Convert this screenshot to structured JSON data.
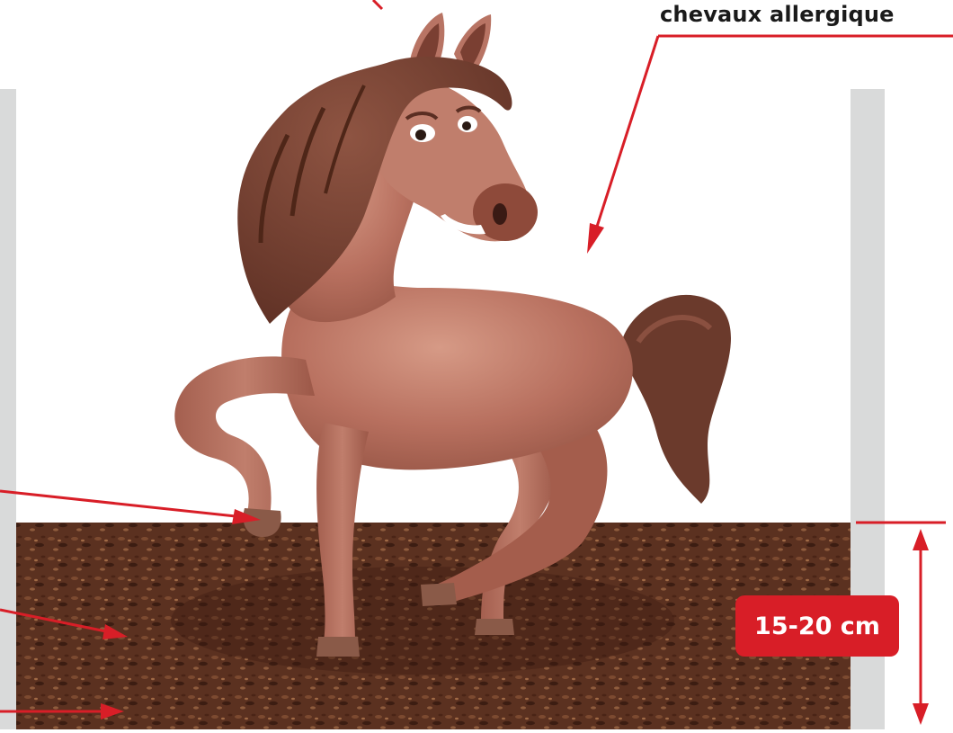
{
  "annotation": {
    "caption_partial": "chevaux allergique",
    "depth_label": "15-20 cm"
  },
  "colors": {
    "arrow": "#d81e27",
    "wall": "#d9dada",
    "bedding": "#5a3020",
    "horse_body": "#b87464",
    "mane": "#7a4536"
  },
  "icons": [
    "horse-illustration",
    "annotation-arrow",
    "double-headed-arrow"
  ]
}
